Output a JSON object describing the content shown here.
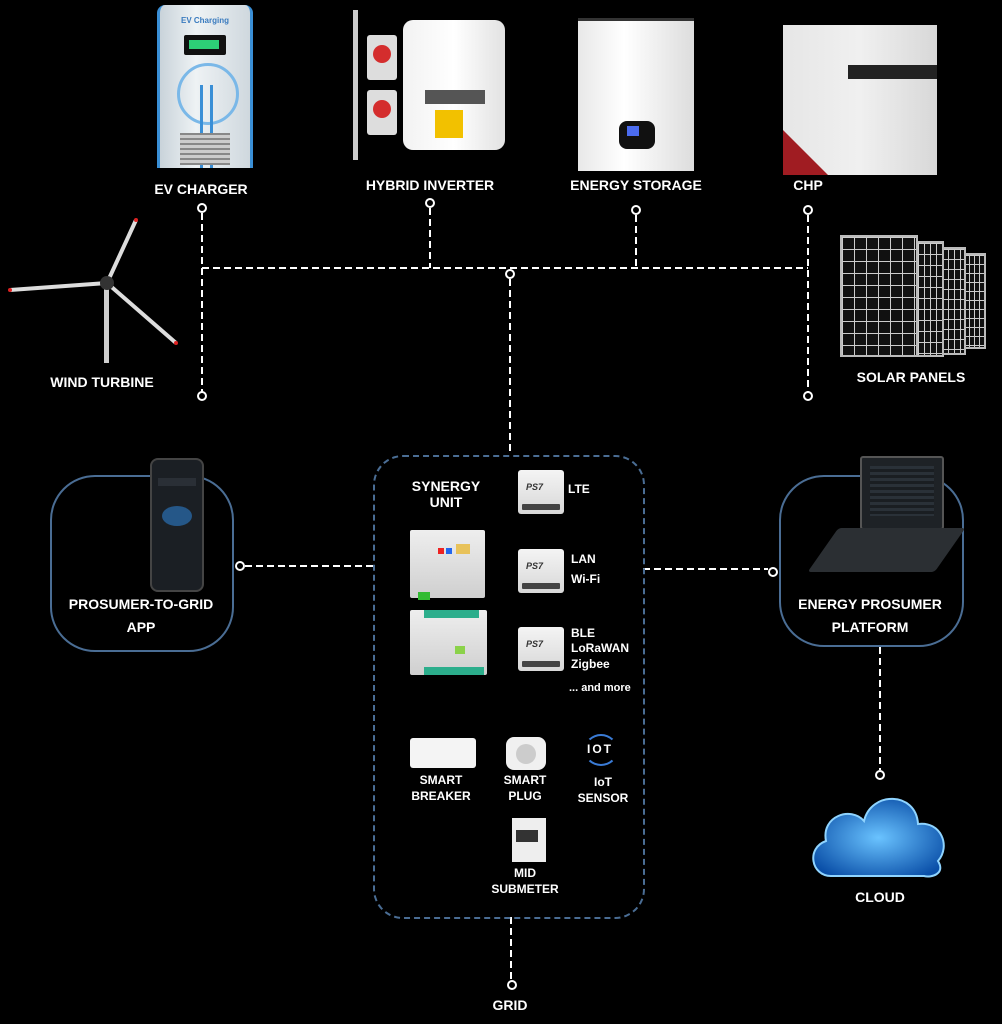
{
  "devices": {
    "ev_charger": {
      "label": "EV CHARGER",
      "screen_text": "EV Charging"
    },
    "hybrid_inverter": {
      "label": "HYBRID INVERTER"
    },
    "energy_storage": {
      "label": "ENERGY STORAGE"
    },
    "chp": {
      "label": "CHP"
    },
    "wind_turbine": {
      "label": "WIND TURBINE"
    },
    "solar_panels": {
      "label": "SOLAR PANELS"
    }
  },
  "synergy": {
    "title_line1": "SYNERGY",
    "title_line2": "UNIT",
    "brand": "PS7",
    "gateways": [
      {
        "lines": [
          "LTE"
        ]
      },
      {
        "lines": [
          "LAN",
          "Wi-Fi"
        ]
      },
      {
        "lines": [
          "BLE",
          "LoRaWAN",
          "Zigbee"
        ]
      }
    ],
    "more": "... and more",
    "smart_breaker": [
      "SMART",
      "BREAKER"
    ],
    "smart_plug": [
      "SMART",
      "PLUG"
    ],
    "iot_sensor": [
      "IoT",
      "SENSOR"
    ],
    "iot_icon_text": "IOT",
    "mid_submeter": [
      "MID",
      "SUBMETER"
    ]
  },
  "app": {
    "label_line1": "PROSUMER-TO-GRID",
    "label_line2": "APP"
  },
  "platform": {
    "label_line1": "ENERGY PROSUMER",
    "label_line2": "PLATFORM"
  },
  "cloud": {
    "label": "CLOUD"
  },
  "grid": {
    "label": "GRID"
  },
  "colors": {
    "background": "#000000",
    "line": "#ffffff",
    "box_border": "#4a6d94"
  }
}
